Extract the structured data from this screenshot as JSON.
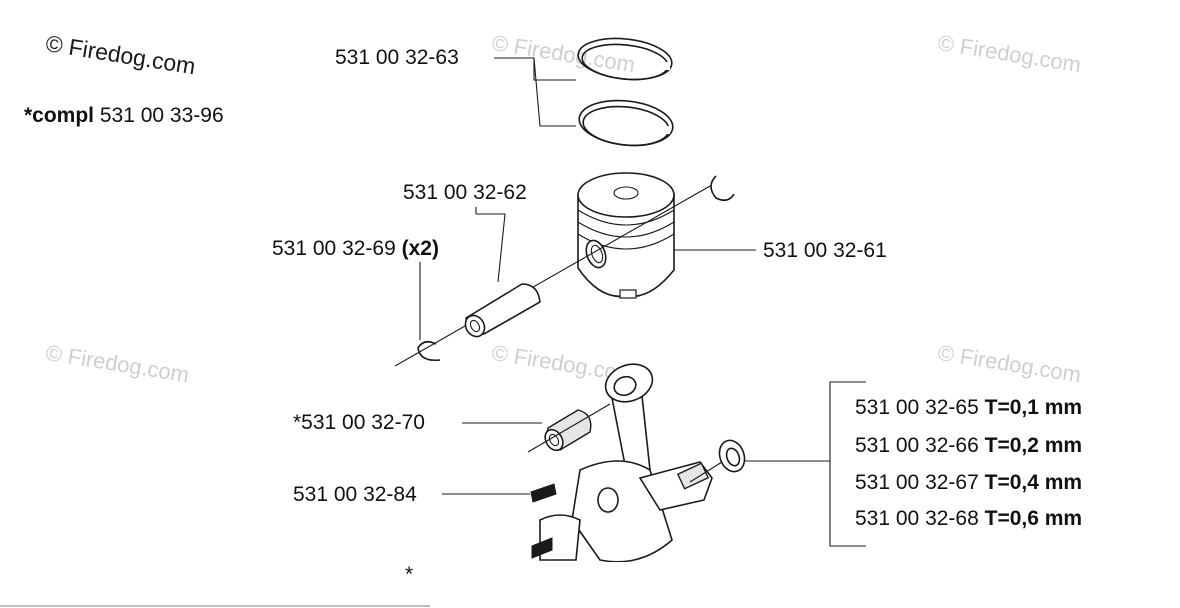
{
  "watermark": {
    "copyright": "© Firedog.com",
    "faint": "© Firedog.com"
  },
  "compl_label": {
    "prefix": "*compl",
    "number": "531 00 33-96"
  },
  "parts": {
    "rings": "531 00 32-63",
    "pin": "531 00 32-62",
    "circlip": "531 00 32-69",
    "circlip_qty": "(x2)",
    "piston": "531 00 32-61",
    "bearing": "*531 00 32-70",
    "key": "531 00 32-84",
    "asterisk": "*"
  },
  "shims": [
    {
      "number": "531 00 32-65",
      "thickness": "T=0,1 mm"
    },
    {
      "number": "531 00 32-66",
      "thickness": "T=0,2 mm"
    },
    {
      "number": "531 00 32-67",
      "thickness": "T=0,4 mm"
    },
    {
      "number": "531 00 32-68",
      "thickness": "T=0,6 mm"
    }
  ]
}
